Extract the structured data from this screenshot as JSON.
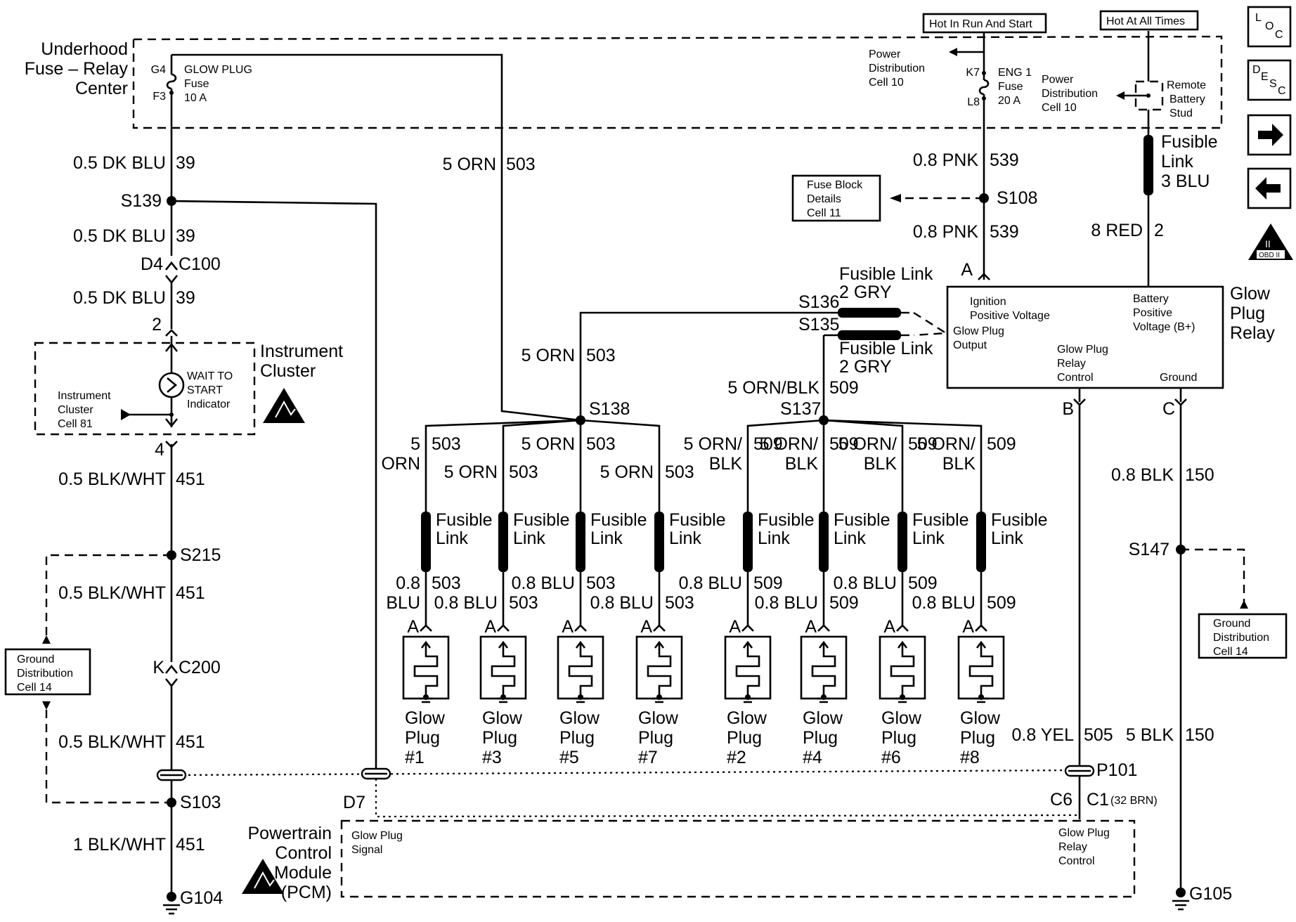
{
  "fuse_center": {
    "title_lines": [
      "Underhood",
      "Fuse – Relay",
      "Center"
    ],
    "top_terminal": "G4",
    "bottom_terminal": "F3",
    "fuse_lines": [
      "GLOW PLUG",
      "Fuse",
      "10 A"
    ]
  },
  "hot_run_start": "Hot In Run And Start",
  "hot_all_times": "Hot At All Times",
  "eng_fuse": {
    "top_terminal": "K7",
    "bottom_terminal": "L8",
    "lines": [
      "ENG 1",
      "Fuse",
      "20 A"
    ]
  },
  "power_dist_1": [
    "Power",
    "Distribution",
    "Cell 10"
  ],
  "power_dist_2": [
    "Power",
    "Distribution",
    "Cell 10"
  ],
  "remote_stud": [
    "Remote",
    "Battery",
    "Stud"
  ],
  "fusible_link_top": [
    "Fusible",
    "Link",
    "3 BLU"
  ],
  "fuse_block_details": [
    "Fuse Block",
    "Details",
    "Cell 11"
  ],
  "splices": {
    "s139": "S139",
    "s108": "S108",
    "s136": "S136",
    "s135": "S135",
    "s137": "S137",
    "s138": "S138",
    "s215": "S215",
    "s147": "S147",
    "s103": "S103",
    "p101": "P101"
  },
  "connectors": {
    "d4": "D4",
    "c100": "C100",
    "pin2": "2",
    "pin4": "4",
    "k": "K",
    "c200": "C200",
    "d7": "D7",
    "c6": "C6",
    "c1": "C1",
    "c1_note": "(32 BRN)",
    "a": "A",
    "b": "B",
    "c": "C"
  },
  "wires": {
    "w1": [
      "0.5 DK BLU",
      "39"
    ],
    "w2": [
      "0.5 DK BLU",
      "39"
    ],
    "w3": [
      "0.5 DK BLU",
      "39"
    ],
    "w4": [
      "0.5 BLK/WHT",
      "451"
    ],
    "w5": [
      "0.5 BLK/WHT",
      "451"
    ],
    "w6": [
      "0.5 BLK/WHT",
      "451"
    ],
    "w7": [
      "1 BLK/WHT",
      "451"
    ],
    "w8": [
      "5 ORN",
      "503"
    ],
    "w9": [
      "0.8 PNK",
      "539"
    ],
    "w10": [
      "0.8 PNK",
      "539"
    ],
    "w11": [
      "8 RED",
      "2"
    ],
    "w12": [
      "5 ORN",
      "503"
    ],
    "w13": [
      "5 ORN/BLK",
      "509"
    ],
    "w14": [
      "0.8 BLK",
      "150"
    ],
    "w15": [
      "0.8 YEL",
      "505"
    ],
    "w16": [
      "5 BLK",
      "150"
    ]
  },
  "fusible_link_2gry": [
    "Fusible Link",
    "2 GRY"
  ],
  "fusible_link_2gry_b": [
    "Fusible Link",
    "2 GRY"
  ],
  "cluster": {
    "title": [
      "Instrument",
      "Cluster"
    ],
    "indicator": [
      "WAIT TO",
      "START",
      "Indicator"
    ],
    "cell": [
      "Instrument",
      "Cluster",
      "Cell 81"
    ]
  },
  "relay": {
    "title": [
      "Glow",
      "Plug",
      "Relay"
    ],
    "ign": [
      "Ignition",
      "Positive Voltage"
    ],
    "output": [
      "Glow Plug",
      "Output"
    ],
    "batt": [
      "Battery",
      "Positive",
      "Voltage (B+)"
    ],
    "control": [
      "Glow Plug",
      "Relay",
      "Control"
    ],
    "ground": "Ground"
  },
  "ground_dist_left": [
    "Ground",
    "Distribution",
    "Cell 14"
  ],
  "ground_dist_right": [
    "Ground",
    "Distribution",
    "Cell 14"
  ],
  "pcm": {
    "title": [
      "Powertrain",
      "Control",
      "Module",
      "(PCM)"
    ],
    "signal": [
      "Glow Plug",
      "Signal"
    ],
    "relay_ctrl": [
      "Glow Plug",
      "Relay",
      "Control"
    ]
  },
  "grounds": {
    "g104": "G104",
    "g105": "G105"
  },
  "glow_plugs": [
    {
      "upper_color": "5",
      "upper_color2": "ORN",
      "circuit": "503",
      "fl": [
        "Fusible",
        "Link"
      ],
      "lower_color": "0.8",
      "lower_color2": "BLU",
      "name": [
        "Glow",
        "Plug",
        "#1"
      ]
    },
    {
      "upper_color": "5 ORN",
      "upper_color2": "",
      "circuit": "503",
      "fl": [
        "Fusible",
        "Link"
      ],
      "lower_color": "0.8 BLU",
      "lower_color2": "",
      "name": [
        "Glow",
        "Plug",
        "#3"
      ]
    },
    {
      "upper_color": "5 ORN",
      "upper_color2": "",
      "circuit": "503",
      "fl": [
        "Fusible",
        "Link"
      ],
      "lower_color": "0.8 BLU",
      "lower_color2": "",
      "name": [
        "Glow",
        "Plug",
        "#5"
      ]
    },
    {
      "upper_color": "5 ORN",
      "upper_color2": "",
      "circuit": "503",
      "fl": [
        "Fusible",
        "Link"
      ],
      "lower_color": "0.8 BLU",
      "lower_color2": "",
      "name": [
        "Glow",
        "Plug",
        "#7"
      ]
    },
    {
      "upper_color": "5 ORN/",
      "upper_color2": "BLK",
      "circuit": "509",
      "fl": [
        "Fusible",
        "Link"
      ],
      "lower_color": "0.8 BLU",
      "lower_color2": "",
      "name": [
        "Glow",
        "Plug",
        "#2"
      ]
    },
    {
      "upper_color": "5 ORN/",
      "upper_color2": "BLK",
      "circuit": "509",
      "fl": [
        "Fusible",
        "Link"
      ],
      "lower_color": "0.8 BLU",
      "lower_color2": "",
      "name": [
        "Glow",
        "Plug",
        "#4"
      ]
    },
    {
      "upper_color": "5 ORN/",
      "upper_color2": "BLK",
      "circuit": "509",
      "fl": [
        "Fusible",
        "Link"
      ],
      "lower_color": "0.8 BLU",
      "lower_color2": "",
      "name": [
        "Glow",
        "Plug",
        "#6"
      ]
    },
    {
      "upper_color": "5 ORN/",
      "upper_color2": "BLK",
      "circuit": "509",
      "fl": [
        "Fusible",
        "Link"
      ],
      "lower_color": "0.8 BLU",
      "lower_color2": "",
      "name": [
        "Glow",
        "Plug",
        "#8"
      ]
    }
  ],
  "side_nav": {
    "loc": {
      "l": "L",
      "o": "O",
      "c": "C"
    },
    "desc": {
      "d": "D",
      "e": "E",
      "s": "S",
      "c": "C"
    },
    "next_icon": "arrow-right-icon",
    "prev_icon": "arrow-left-icon",
    "obd": {
      "roman": "II",
      "text": "OBD II"
    }
  }
}
